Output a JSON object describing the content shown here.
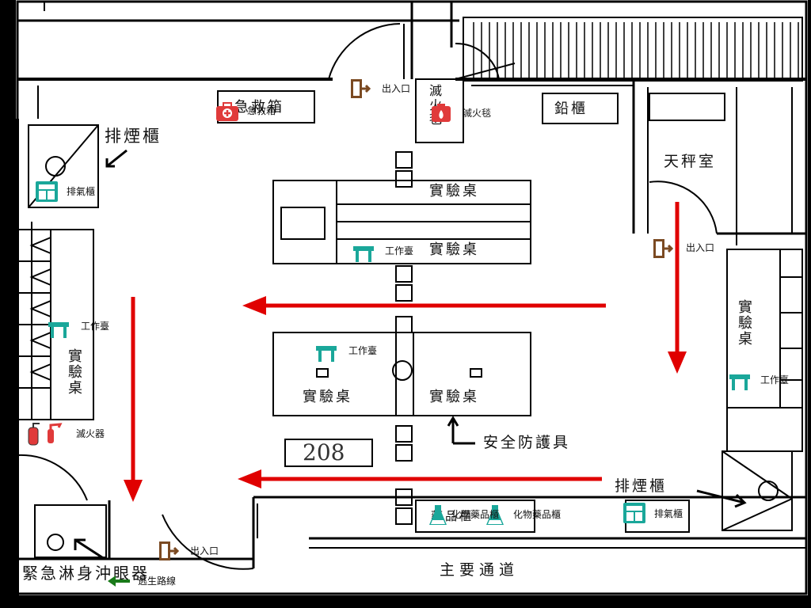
{
  "plan": {
    "room_number": "208",
    "main_corridor": "主要通道",
    "safety_gear": "安全防護具",
    "fume_hood_top": "排煙櫃",
    "fume_hood_right": "排煙櫃",
    "emergency_shower": "緊急淋身沖眼器",
    "scale_room": "天秤室",
    "lead_cabinet": "鉛櫃",
    "first_aid_box": "急救箱",
    "lab_bench_1": "實驗桌",
    "lab_bench_2": "實驗桌",
    "lab_bench_3": "實驗桌",
    "lab_bench_4": "實驗桌",
    "lab_bench_left": "實驗桌",
    "lab_bench_right": "實驗桌",
    "storage_cab_partial": "藥品櫃",
    "fire_blanket_box": "滅火毯"
  },
  "markers": {
    "exit_top": "出入口",
    "fire_blanket": "滅火毯",
    "first_aid": "急救箱",
    "exhaust_left": "排氣櫃",
    "workbench_center_top": "工作臺",
    "exit_right": "出入口",
    "workbench_left": "工作臺",
    "workbench_center": "工作臺",
    "workbench_right": "工作臺",
    "extinguisher": "滅火器",
    "chemical_cabinet": "化學藥品櫃",
    "chemical_cabinet_2": "化物藥品櫃",
    "exhaust_bottom": "排氣櫃",
    "exit_bottom": "出入口",
    "escape_route": "逃生路線"
  },
  "colors": {
    "exit_icon": "#7b4a22",
    "red_icon": "#e03a3a",
    "teal_icon": "#1aa79a",
    "route_arrow": "#e00000",
    "escape_arrow": "#1a7a1a"
  },
  "icons": {
    "exit": "exit-door-icon",
    "fire_blanket": "fire-blanket-icon",
    "first_aid": "first-aid-kit-icon",
    "exhaust": "exhaust-hood-icon",
    "workbench": "workbench-icon",
    "extinguisher": "fire-extinguisher-icon",
    "chemical": "chemical-flask-icon",
    "escape": "escape-arrow-icon"
  }
}
